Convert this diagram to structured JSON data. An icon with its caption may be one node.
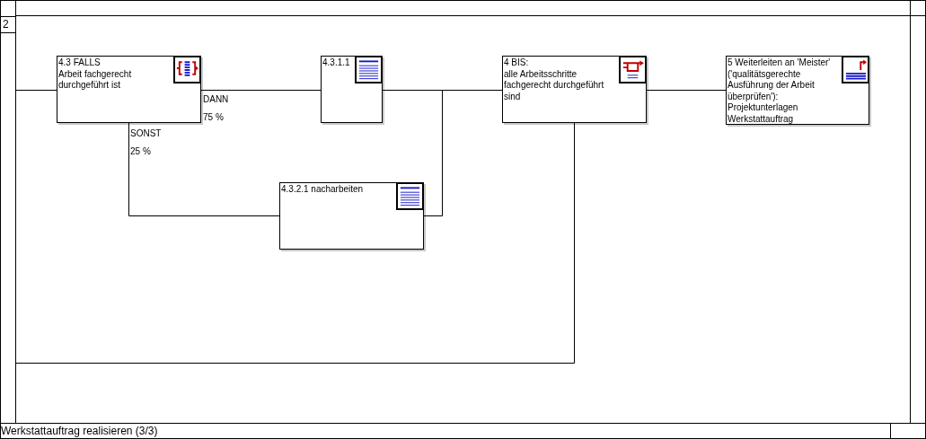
{
  "diagram": {
    "nodes": [
      {
        "text": [
          "4.3 FALLS",
          "Arbeit fachgerecht durchgeführt ist"
        ]
      },
      {
        "text": [
          "4.3.1.1"
        ]
      },
      {
        "text": [
          "4.3.2.1 nacharbeiten"
        ]
      },
      {
        "text": [
          "4 BIS:",
          "alle Arbeitsschritte fachgerecht durchgeführt sind"
        ]
      },
      {
        "text": [
          "5 Weiterleiten an 'Meister' ('qualitätsgerechte Ausführung der Arbeit überprüfen'): Projektunterlagen Werkstattauftrag"
        ]
      }
    ],
    "edges": [
      {
        "from": 3,
        "to": 0,
        "arrow": "none"
      },
      {
        "from": 0,
        "to": 1,
        "arrow": "none",
        "label": "DANN 75 %"
      },
      {
        "from": 0,
        "to": 2,
        "arrow": "none",
        "label": "SONST 25 %"
      },
      {
        "from": 1,
        "to": 3,
        "arrow": "none"
      },
      {
        "from": 2,
        "to": 3,
        "arrow": "none"
      },
      {
        "from": 3,
        "to": 4,
        "arrow": "none"
      }
    ],
    "labels": [
      "2",
      "Werkstattauftrag realisieren (3/3)"
    ]
  }
}
